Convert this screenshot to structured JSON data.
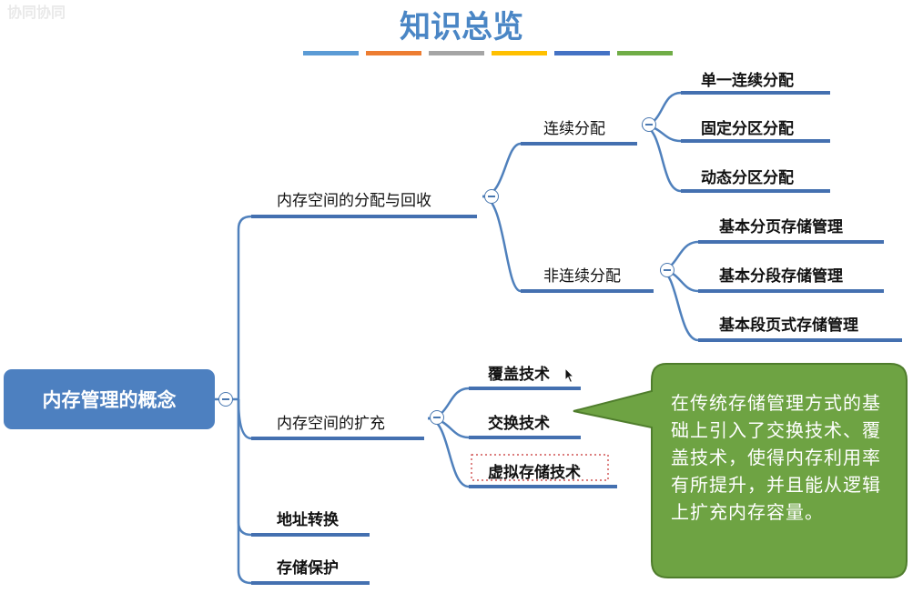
{
  "watermark": "协同协同",
  "title": "知识总览",
  "color_strip": [
    "#5b9bd5",
    "#ed7d31",
    "#a5a5a5",
    "#ffc000",
    "#4472c4",
    "#70ad47"
  ],
  "root": {
    "label": "内存管理的概念"
  },
  "branches": {
    "alloc": {
      "label": "内存空间的分配与回收",
      "contiguous": {
        "label": "连续分配",
        "children": [
          "单一连续分配",
          "固定分区分配",
          "动态分区分配"
        ]
      },
      "noncontiguous": {
        "label": "非连续分配",
        "children": [
          "基本分页存储管理",
          "基本分段存储管理",
          "基本段页式存储管理"
        ]
      }
    },
    "expand": {
      "label": "内存空间的扩充",
      "children": [
        "覆盖技术",
        "交换技术",
        "虚拟存储技术"
      ]
    },
    "address": {
      "label": "地址转换"
    },
    "protect": {
      "label": "存储保护"
    }
  },
  "callout": {
    "text": "在传统存储管理方式的基础上引入了交换技术、覆盖技术，使得内存利用率有所提升，并且能从逻辑上扩充内存容量。",
    "fill": "#6ea343",
    "border": "#4f7d2c"
  }
}
